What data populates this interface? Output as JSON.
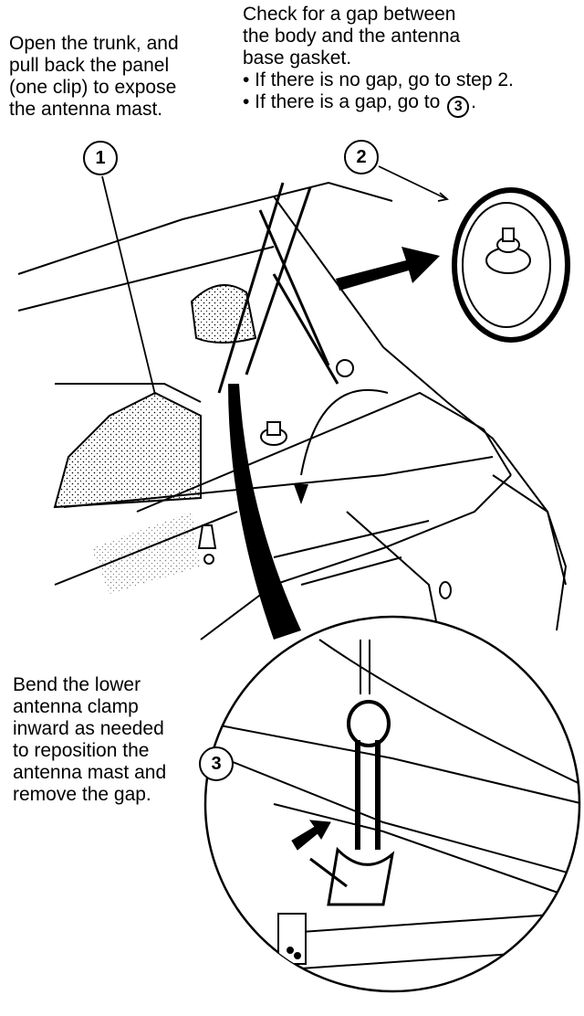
{
  "step1": {
    "number": "1",
    "lines": [
      "Open the trunk, and",
      "pull back the panel",
      "(one clip) to expose",
      "the antenna mast."
    ]
  },
  "step2": {
    "number": "2",
    "lines": [
      "Check for a gap between",
      "the body and the antenna",
      "base gasket."
    ],
    "bullet1": "• If there is no gap, go to step 2.",
    "bullet2_pre": "• If there is a gap, go to",
    "bullet2_ref": "3",
    "bullet2_post": "."
  },
  "step3": {
    "number": "3",
    "lines": [
      "Bend the lower",
      "antenna clamp",
      "inward as needed",
      "to reposition the",
      "antenna mast and",
      "remove the gap."
    ]
  }
}
